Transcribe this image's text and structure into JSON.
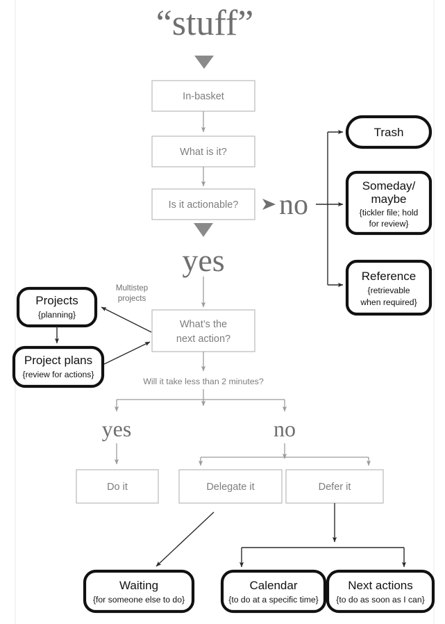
{
  "diagram": {
    "title": "“stuff”",
    "type": "flowchart",
    "nodes": {
      "in_basket": "In-basket",
      "what_is_it": "What is it?",
      "is_actionable": "Is it actionable?",
      "next_action_line1": "What’s the",
      "next_action_line2": "next action?",
      "trash": "Trash",
      "someday_line1": "Someday/",
      "someday_line2": "maybe",
      "someday_sub1": "{tickler file; hold",
      "someday_sub2": "for review}",
      "reference": "Reference",
      "reference_sub1": "{retrievable",
      "reference_sub2": "when required}",
      "projects": "Projects",
      "projects_sub": "{planning}",
      "project_plans": "Project plans",
      "project_plans_sub": "{review for actions}",
      "do_it": "Do it",
      "delegate_it": "Delegate it",
      "defer_it": "Defer it",
      "waiting": "Waiting",
      "waiting_sub": "{for someone else to do}",
      "calendar": "Calendar",
      "calendar_sub": "{to do at a specific time}",
      "next_actions": "Next actions",
      "next_actions_sub": "{to do as soon as I can}"
    },
    "labels": {
      "no_branch": "no",
      "yes_branch": "yes",
      "multistep_line1": "Multistep",
      "multistep_line2": "projects",
      "two_minutes_question": "Will it take less than 2 minutes?",
      "yes_small": "yes",
      "no_small": "no"
    },
    "colors": {
      "light_stroke": "#b9b9b9",
      "light_text": "#7d7d7d",
      "heavy_stroke": "#111111",
      "dark_text": "#111111",
      "arrow_gray": "#9a9a9a",
      "arrow_dark": "#2b2b2b",
      "background": "#ffffff"
    }
  }
}
